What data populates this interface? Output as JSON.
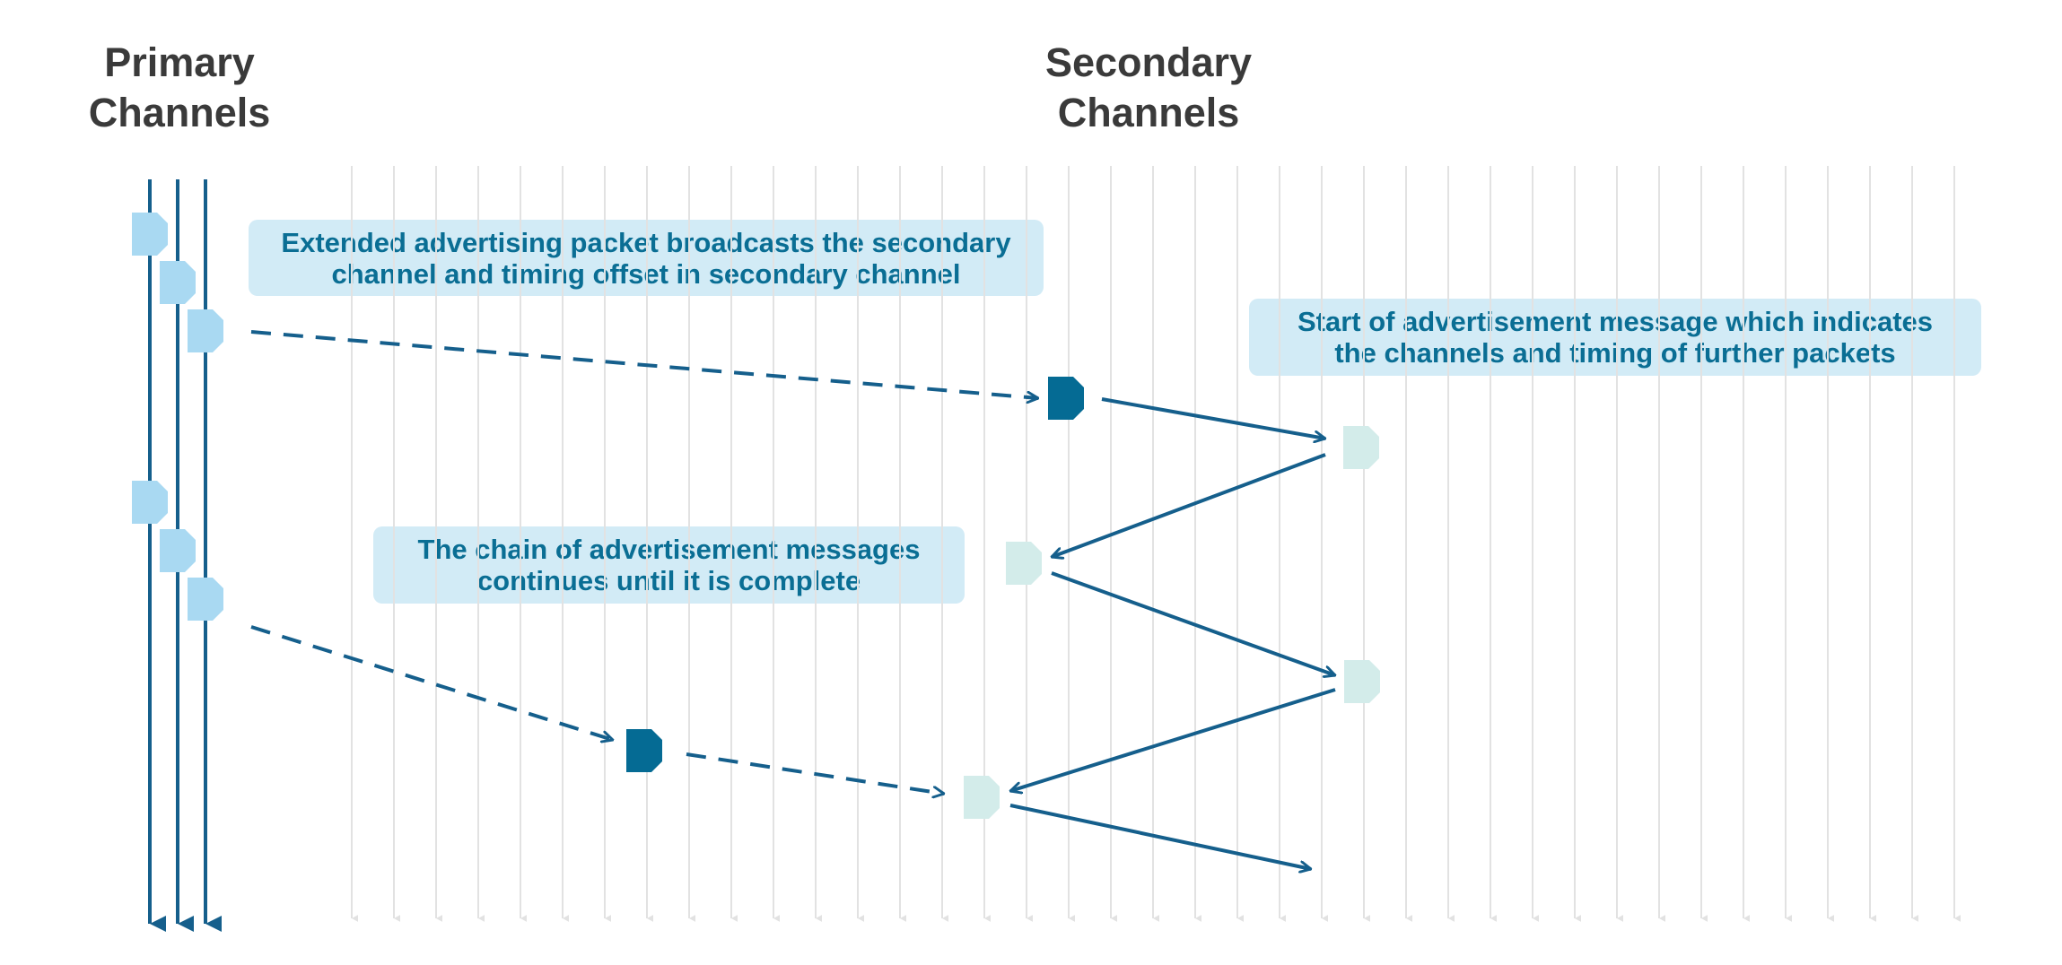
{
  "headings": {
    "primary": [
      "Primary",
      "Channels"
    ],
    "secondary": [
      "Secondary",
      "Channels"
    ]
  },
  "callouts": {
    "extended": [
      "Extended advertising packet broadcasts the secondary",
      "channel and timing offset in secondary channel"
    ],
    "start": [
      "Start of advertisement message which indicates",
      "the channels and timing of further packets"
    ],
    "chain": [
      "The chain of advertisement messages",
      "continues until it is complete"
    ]
  },
  "colors": {
    "primary_line": "#155f8c",
    "primary_packet": "#a9d9f2",
    "secondary_lead_packet": "#056b94",
    "secondary_chain_packet": "#d3ecea",
    "grid_line": "#e2e2e2",
    "arrow": "#155f8c",
    "callout_bg": "#d2ebf6",
    "callout_text": "#0a6e94",
    "heading_text": "#3a3a3a"
  },
  "legend_icons": {
    "packet": "packet-icon",
    "channel": "channel-line"
  }
}
